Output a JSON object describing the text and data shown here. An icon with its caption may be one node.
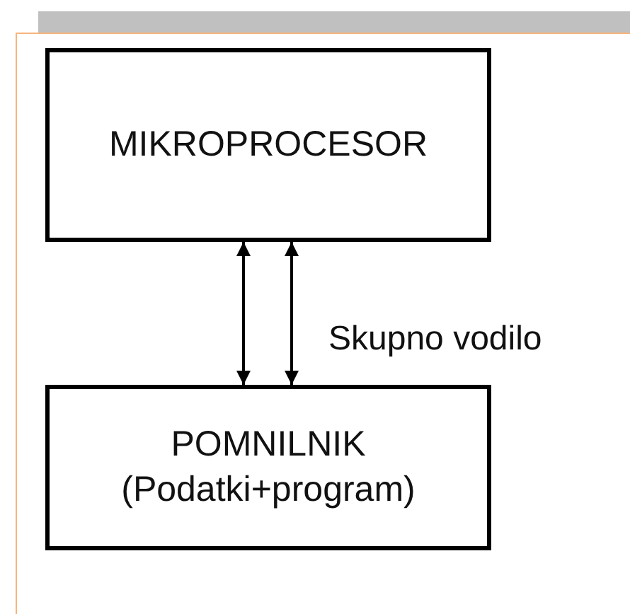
{
  "diagram": {
    "nodes": [
      {
        "text": [
          "MIKROPROCESOR"
        ]
      },
      {
        "text": [
          "POMNILNIK (Podatki+program)"
        ]
      }
    ],
    "edges": [
      {
        "from": 0,
        "to": 1,
        "arrow": "both"
      },
      {
        "from": 0,
        "to": 1,
        "arrow": "both"
      }
    ],
    "labels": [
      "Skupno vodilo"
    ]
  }
}
